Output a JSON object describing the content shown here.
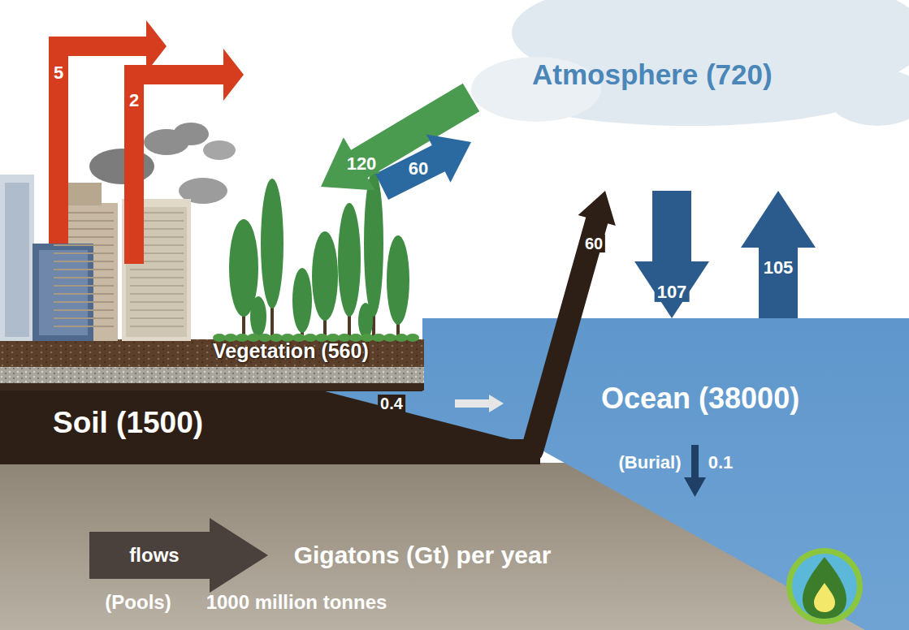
{
  "diagram": {
    "nodes": [
      {
        "text": [
          "Atmosphere (720)"
        ]
      },
      {
        "text": [
          "Vegetation (560)"
        ]
      },
      {
        "text": [
          "Soil (1500)"
        ]
      },
      {
        "text": [
          "Ocean (38000)"
        ]
      }
    ],
    "edges": [
      {
        "from": 0,
        "to": 1,
        "arrow": "to",
        "label": "120"
      },
      {
        "from": 1,
        "to": 0,
        "arrow": "to",
        "label": "60"
      },
      {
        "from": 2,
        "to": 0,
        "arrow": "to",
        "label": "60"
      },
      {
        "from": 0,
        "to": 3,
        "arrow": "to",
        "label": "107"
      },
      {
        "from": 3,
        "to": 0,
        "arrow": "to",
        "label": "105"
      },
      {
        "from": 2,
        "to": 3,
        "arrow": "to",
        "label": "0.4"
      }
    ],
    "labels": [
      "5",
      "2",
      "(Burial)",
      "0.1",
      "flows",
      "Gigatons (Gt) per year",
      "(Pools)",
      "1000 million tonnes"
    ]
  }
}
